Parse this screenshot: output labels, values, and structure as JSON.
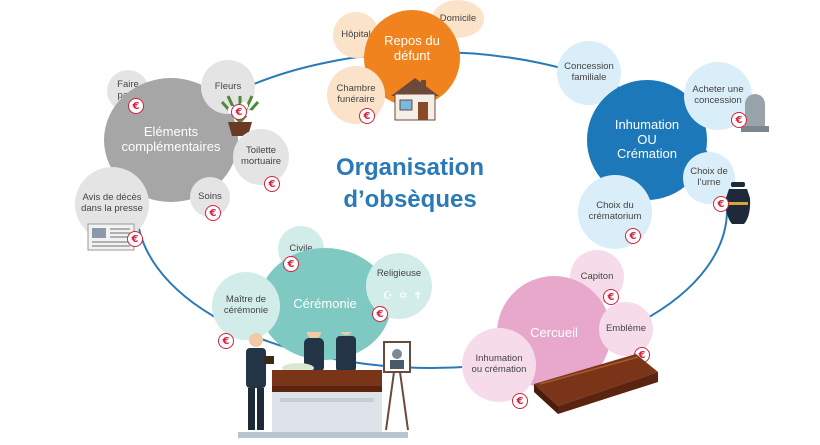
{
  "title": {
    "line1": "Organisation",
    "line2": "d’obsèques"
  },
  "euro_symbol": "€",
  "colors": {
    "orange": "#f0831e",
    "orange_light": "#fbe3c9",
    "blue": "#1c78b8",
    "blue_light": "#d9eef8",
    "pink": "#e8a8cc",
    "pink_light": "#f6dceb",
    "teal": "#7ec9c2",
    "teal_light": "#d2ede9",
    "grey": "#a6a6a6",
    "grey_light": "#e4e4e4",
    "euro_red": "#d4213d",
    "title_blue": "#2a7ab8",
    "ring": "#2a7ab8"
  },
  "hubs": {
    "repos": {
      "label": "Repos du\ndéfunt",
      "subs": {
        "hopital": "Hôpital",
        "domicile": "Domicile",
        "chambre": "Chambre\nfunéraire"
      }
    },
    "inhumation": {
      "label": "Inhumation\nOU\nCrémation",
      "subs": {
        "concession": "Concession\nfamiliale",
        "acheter": "Acheter une\nconcession",
        "urne": "Choix de\nl’urne",
        "crematorium": "Choix du\ncrématorium"
      }
    },
    "cercueil": {
      "label": "Cercueil",
      "subs": {
        "capiton": "Capiton",
        "embleme": "Emblème",
        "inhum": "Inhumation\nou crémation"
      }
    },
    "ceremonie": {
      "label": "Cérémonie",
      "subs": {
        "civile": "Civile",
        "religieuse": "Religieuse",
        "maitre": "Maître de\ncérémonie"
      },
      "religious_icons": [
        "crescent-star-icon",
        "star-of-david-icon",
        "cross-icon"
      ]
    },
    "elements": {
      "label": "Eléments\ncomplémentaires",
      "subs": {
        "faire": "Faire\nparts",
        "fleurs": "Fleurs",
        "toilette": "Toilette\nmortuaire",
        "soins": "Soins",
        "avis": "Avis de décès\ndans la presse"
      }
    }
  }
}
